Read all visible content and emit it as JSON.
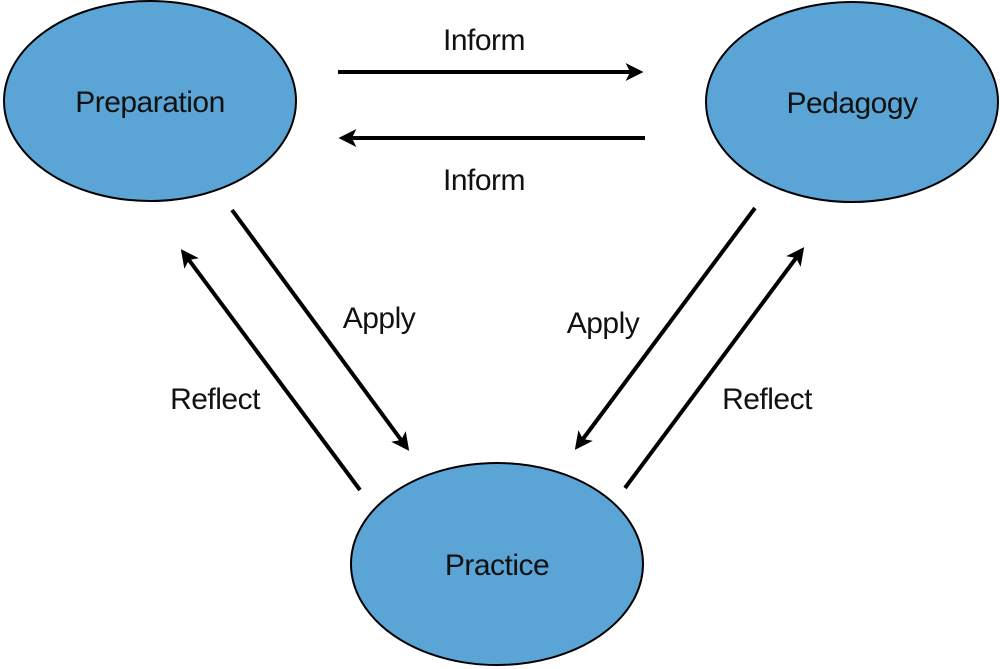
{
  "colors": {
    "node_fill": "#5aa5d6",
    "node_stroke": "#000000",
    "arrow": "#000000",
    "text": "#111111"
  },
  "nodes": {
    "preparation": {
      "label": "Preparation"
    },
    "pedagogy": {
      "label": "Pedagogy"
    },
    "practice": {
      "label": "Practice"
    }
  },
  "edges": {
    "prep_to_ped": {
      "from": "Preparation",
      "to": "Pedagogy",
      "label": "Inform"
    },
    "ped_to_prep": {
      "from": "Pedagogy",
      "to": "Preparation",
      "label": "Inform"
    },
    "prep_to_practice": {
      "from": "Preparation",
      "to": "Practice",
      "label": "Apply"
    },
    "practice_to_prep": {
      "from": "Practice",
      "to": "Preparation",
      "label": "Reflect"
    },
    "ped_to_practice": {
      "from": "Pedagogy",
      "to": "Practice",
      "label": "Apply"
    },
    "practice_to_ped": {
      "from": "Practice",
      "to": "Pedagogy",
      "label": "Reflect"
    }
  }
}
